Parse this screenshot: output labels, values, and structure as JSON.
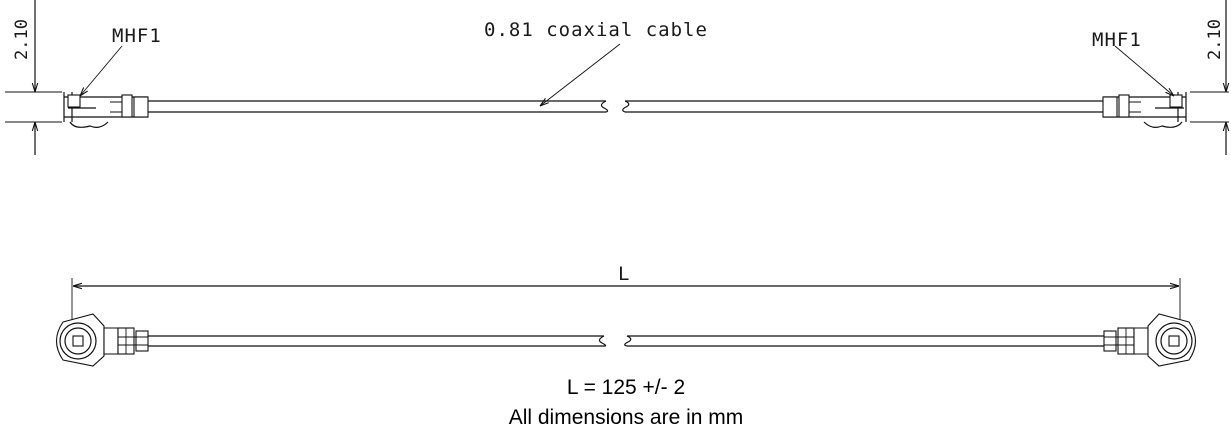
{
  "diagram": {
    "cable_label": "0.81 coaxial cable",
    "connector_left_label": "MHF1",
    "connector_right_label": "MHF1",
    "height_dim_left": "2.10",
    "height_dim_right": "2.10",
    "length_symbol": "L",
    "length_spec": "L = 125 +/- 2",
    "units_note": "All dimensions are in mm"
  }
}
